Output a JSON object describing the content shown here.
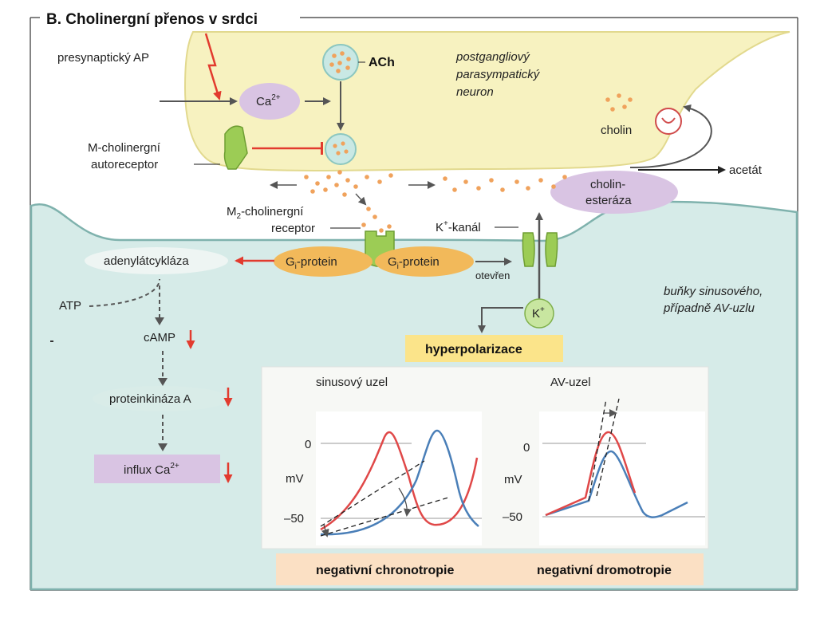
{
  "title": "B. Cholinergní přenos v srdci",
  "labels": {
    "presynaptic_ap": "presynaptický AP",
    "ca": "Ca",
    "ca_sup": "2+",
    "ach": "ACh",
    "neuron_1": "postgangliový",
    "neuron_2": "parasympatický",
    "neuron_3": "neuron",
    "autoreceptor_1": "M-cholinergní",
    "autoreceptor_2": "autoreceptor",
    "cholin": "cholin",
    "acetat": "acetát",
    "esteraza_1": "cholin-",
    "esteraza_2": "esteráza",
    "m2_1_pre": "M",
    "m2_1_sub": "2",
    "m2_1_post": "-cholinergní",
    "m2_2": "receptor",
    "k_kanal_pre": "K",
    "k_kanal_sup": "+",
    "k_kanal_post": "-kanál",
    "adenylatcyklaza": "adenylátcykláza",
    "gi_pre": "G",
    "gi_sub": "i",
    "gi_post": "-protein",
    "oteviren": "otevřen",
    "k_ion": "K",
    "k_ion_sup": "+",
    "cells_1": "buňky sinusového,",
    "cells_2": "případně AV-uzlu",
    "atp": "ATP",
    "camp": "cAMP",
    "pka": "proteinkináza A",
    "influx": "influx Ca",
    "influx_sup": "2+",
    "hyperpolarizace": "hyperpolarizace",
    "sinus_title": "sinusový uzel",
    "av_title": "AV-uzel",
    "tick_0": "0",
    "mv": "mV",
    "tick_50": "–50",
    "neg_chrono": "negativní chronotropie",
    "neg_dromo": "negativní dromotropie"
  },
  "colors": {
    "neuron": "#f7f2c0",
    "cell": "#d6ebe8",
    "purple": "#d9c4e3",
    "orange": "#f2b95a",
    "green": "#9ccc55",
    "yellow": "#fbe48a",
    "red_curve": "#e04848",
    "blue_curve": "#4a7fb8",
    "peach": "#fbe0c4",
    "arrow_red": "#e23b2e"
  }
}
